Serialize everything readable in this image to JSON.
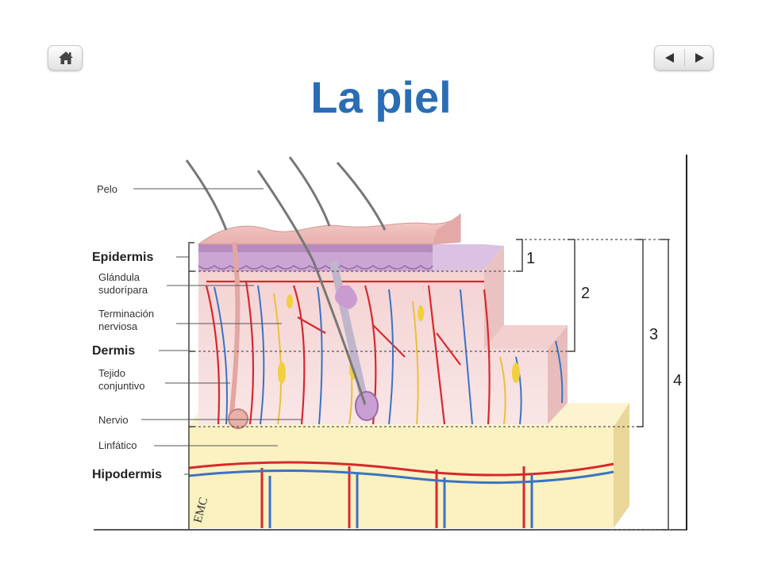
{
  "nav": {
    "home_icon": "home-icon",
    "prev_icon": "triangle-left-icon",
    "next_icon": "triangle-right-icon"
  },
  "title": "La piel",
  "labels": {
    "pelo": "Pelo",
    "epidermis": "Epidermis",
    "glandula_1": "Glándula",
    "glandula_2": "sudorípara",
    "terminacion_1": "Terminación",
    "terminacion_2": "nerviosa",
    "dermis": "Dermis",
    "tejido_1": "Tejido",
    "tejido_2": "conjuntivo",
    "nervio": "Nervio",
    "linfatico": "Linfático",
    "hipodermis": "Hipodermis",
    "watermark": "EMC"
  },
  "brackets": [
    "1",
    "2",
    "3",
    "4"
  ],
  "colors": {
    "title": "#2a6db5",
    "artery": "#d8282c",
    "vein": "#3a73c4",
    "nerve": "#e8c23a",
    "epidermis": "#c7a3cf",
    "skin_top": "#f1c4c0",
    "dermis": "#f6dede",
    "hypodermis": "#fbf1c1"
  }
}
